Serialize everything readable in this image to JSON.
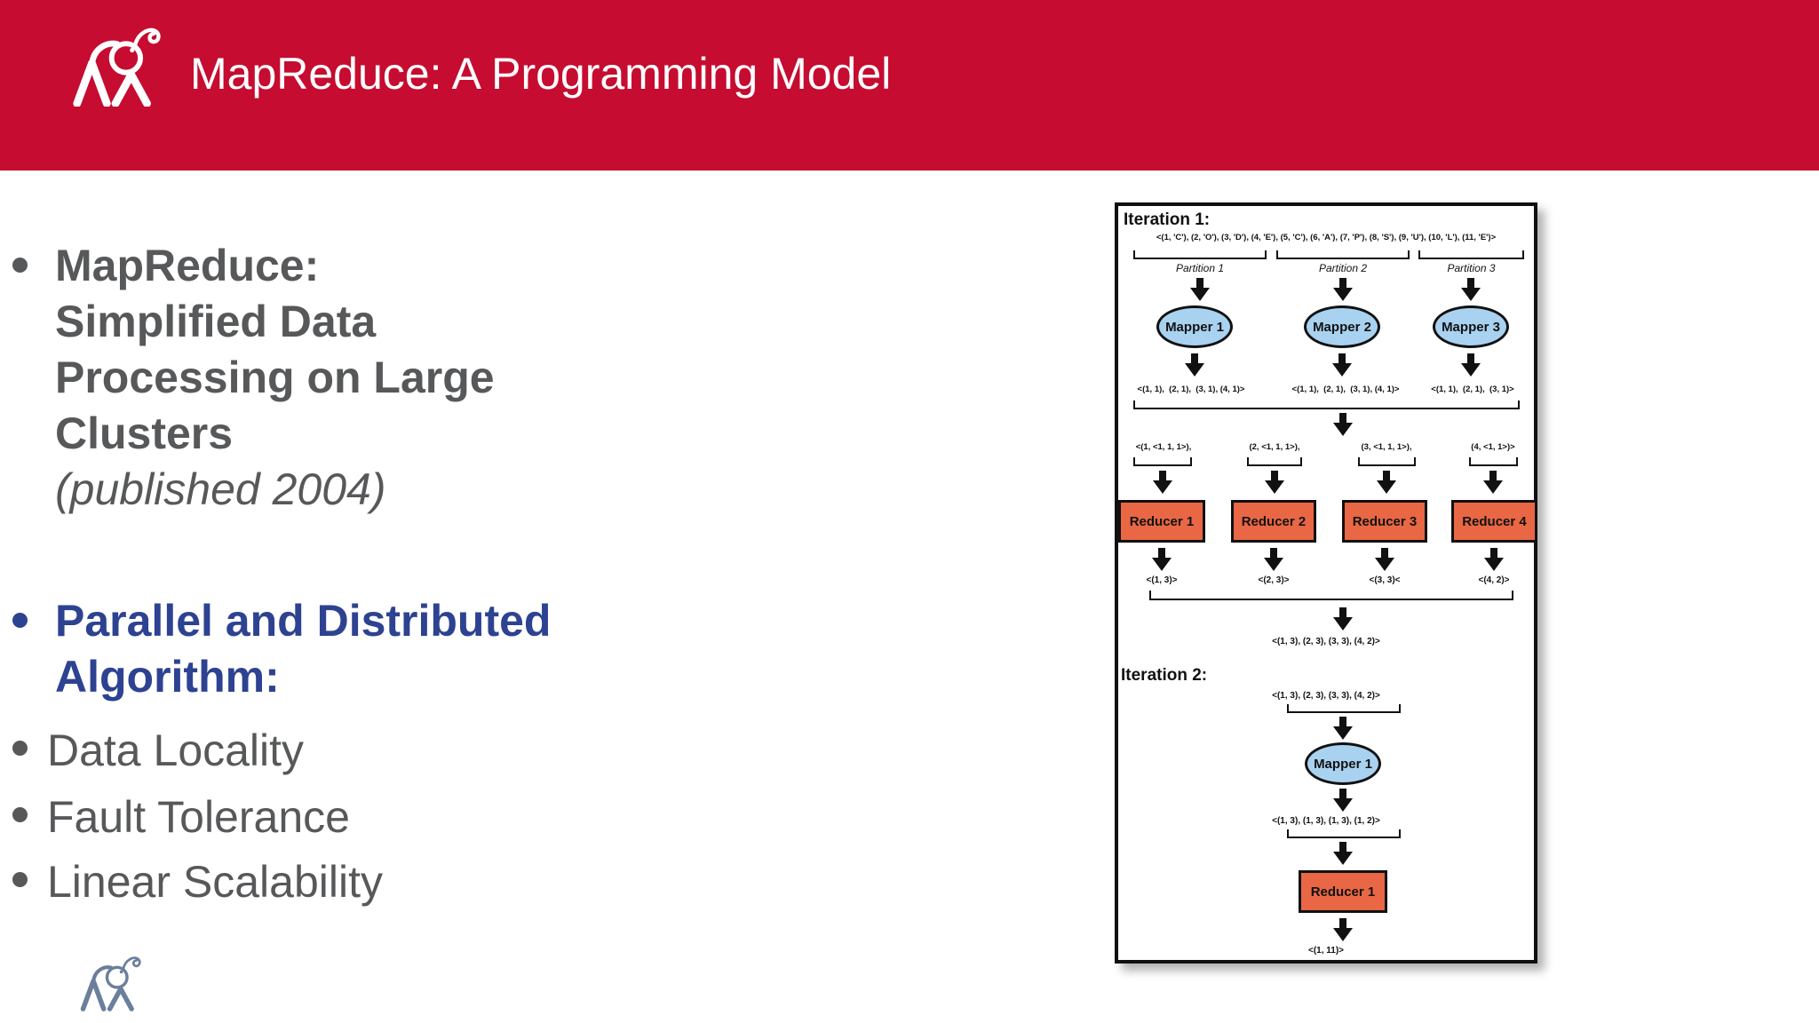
{
  "slide": {
    "title": "MapReduce: A Programming Model"
  },
  "bullets": {
    "item1": {
      "lines": [
        "MapReduce:",
        "Simplified Data",
        "Processing on Large",
        "Clusters"
      ],
      "note": "(published 2004)"
    },
    "item2": {
      "lines": [
        "Parallel and Distributed",
        "Algorithm:"
      ]
    },
    "sub_items": [
      "Data Locality",
      "Fault Tolerance",
      "Linear Scalability"
    ]
  },
  "diagram": {
    "iteration1": {
      "label": "Iteration 1:",
      "input": "<(1, 'C'), (2, 'O'), (3, 'D'), (4, 'E'), (5, 'C'), (6, 'A'), (7, 'P'), (8, 'S'), (9, 'U'), (10, 'L'), (11, 'E')>",
      "partitions": [
        "Partition 1",
        "Partition 2",
        "Partition 3"
      ],
      "mappers": [
        "Mapper 1",
        "Mapper 2",
        "Mapper 3"
      ],
      "mapper_outputs": [
        "<(1, 1),  (2, 1),  (3, 1), (4, 1)>",
        "<(1, 1),  (2, 1),  (3, 1), (4, 1)>",
        "<(1, 1),  (2, 1),  (3, 1)>"
      ],
      "groups": [
        "<(1, <1, 1, 1>),",
        "(2, <1, 1, 1>),",
        "(3, <1, 1, 1>),",
        "(4, <1, 1>)>"
      ],
      "reducers": [
        "Reducer 1",
        "Reducer 2",
        "Reducer 3",
        "Reducer 4"
      ],
      "reducer_outputs": [
        "<(1, 3)>",
        "<(2, 3)>",
        "<(3, 3)<",
        "<(4, 2)>"
      ],
      "merged": "<(1, 3), (2, 3), (3, 3), (4, 2)>"
    },
    "iteration2": {
      "label": "Iteration 2:",
      "input": "<(1, 3), (2, 3), (3, 3), (4, 2)>",
      "mapper": "Mapper 1",
      "mapper_output": "<(1, 3), (1, 3), (1, 3), (1, 2)>",
      "reducer": "Reducer 1",
      "output": "<(1, 11)>"
    }
  },
  "colors": {
    "header_red": "#c60c30",
    "heading_blue": "#2d4291",
    "body_gray": "#57585a",
    "mapper_fill": "#a9d2f1",
    "reducer_fill": "#e96744",
    "footer_logo_slate": "#6b7f9c"
  }
}
